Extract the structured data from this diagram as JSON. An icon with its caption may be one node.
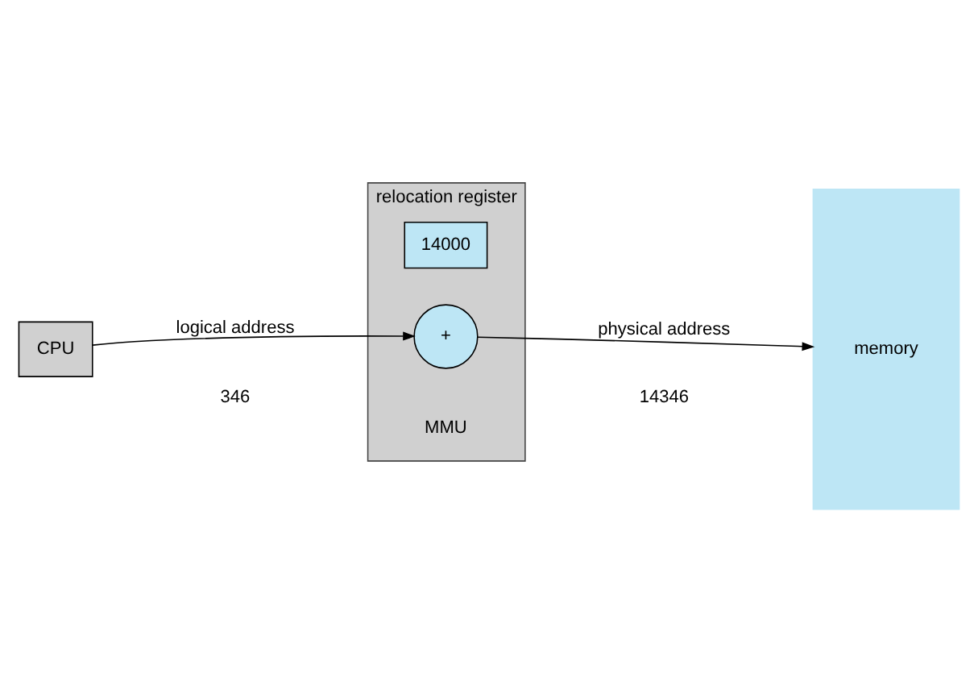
{
  "diagram": {
    "nodes": [
      {
        "text": [
          "CPU"
        ]
      },
      {
        "text": [
          "relocation register"
        ],
        "beside": [
          "MMU"
        ]
      },
      {
        "text": [
          "14000"
        ],
        "in": 1
      },
      {
        "text": [
          "+"
        ],
        "in": 1
      },
      {
        "text": [
          "memory"
        ]
      }
    ],
    "edges": [
      {
        "from": 0,
        "to": 3,
        "arrow": "to",
        "label": "logical address"
      },
      {
        "from": 3,
        "to": 4,
        "arrow": "to",
        "label": "physical address"
      }
    ],
    "labels": [
      "346",
      "14346"
    ]
  }
}
